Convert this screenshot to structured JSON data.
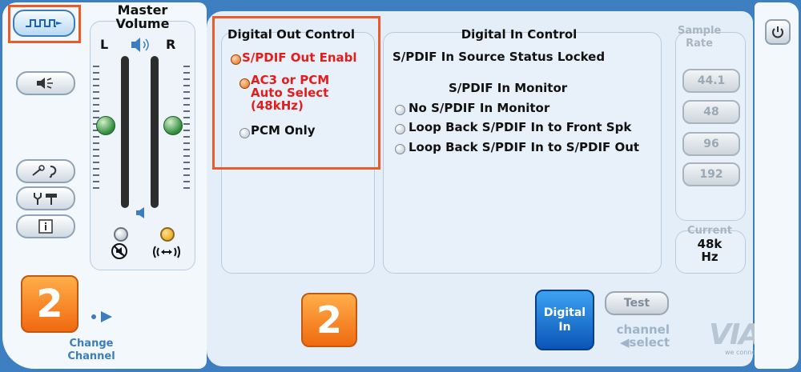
{
  "left": {
    "master_volume_title": "Master\nVolume",
    "left_label": "L",
    "right_label": "R",
    "change_channel": "Change\nChannel",
    "channel_num": "2",
    "volume_left_level": 0.55,
    "volume_right_level": 0.55
  },
  "digital_out": {
    "title": "Digital Out Control",
    "enable_label": "S/PDIF Out Enabl",
    "auto_select_label": "AC3 or PCM\nAuto Select\n(48kHz)",
    "pcm_only_label": "PCM Only"
  },
  "digital_in": {
    "title": "Digital In Control",
    "source_status": "S/PDIF In Source Status Locked",
    "monitor_title": "S/PDIF In Monitor",
    "options": [
      "No S/PDIF In Monitor",
      "Loop Back S/PDIF In to Front Spk",
      "Loop Back S/PDIF In to S/PDIF Out"
    ]
  },
  "sample_rate": {
    "title": "Sample\nRate",
    "options": [
      "44.1",
      "48",
      "96",
      "192"
    ],
    "current_title": "Current",
    "current_value": "48k\nHz"
  },
  "bottom": {
    "channel_num": "2",
    "digital_in_label": "Digital\nIn",
    "test_label": "Test",
    "channel_select": "channel\n◀select",
    "brand": "VIA",
    "brand_tagline": "we connect"
  },
  "colors": {
    "highlight": "#ea5a2a",
    "frame_blue": "#3d7fc0",
    "selected_red": "#e41c1c",
    "orange_button": "#f07a18"
  }
}
